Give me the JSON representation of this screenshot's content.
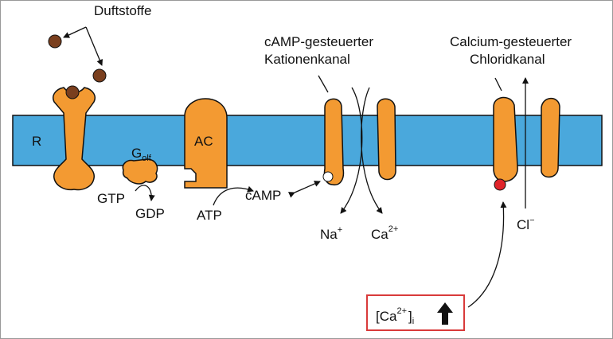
{
  "labels": {
    "odorants": "Duftstoffe",
    "receptor": "R",
    "g_protein": "G",
    "g_protein_sub": "olf",
    "gtp": "GTP",
    "gdp": "GDP",
    "adenylyl_cyclase": "AC",
    "atp": "ATP",
    "camp": "cAMP",
    "cation_channel_line1": "cAMP-gesteuerter",
    "cation_channel_line2": "Kationenkanal",
    "chloride_channel_line1": "Calcium-gesteuerter",
    "chloride_channel_line2": "Chloridkanal",
    "sodium": "Na",
    "sodium_charge": "+",
    "calcium": "Ca",
    "calcium_charge": "2+",
    "chloride": "Cl",
    "chloride_charge": "−",
    "ca_box_open": "[Ca",
    "ca_box_charge": "2+",
    "ca_box_close": "]",
    "ca_box_sub": "i"
  },
  "colors": {
    "membrane": "#4aa8dc",
    "protein": "#f39a32",
    "odorant": "#7a3f1e",
    "calcium_dot": "#e0242a",
    "box_border": "#d93a3a"
  }
}
